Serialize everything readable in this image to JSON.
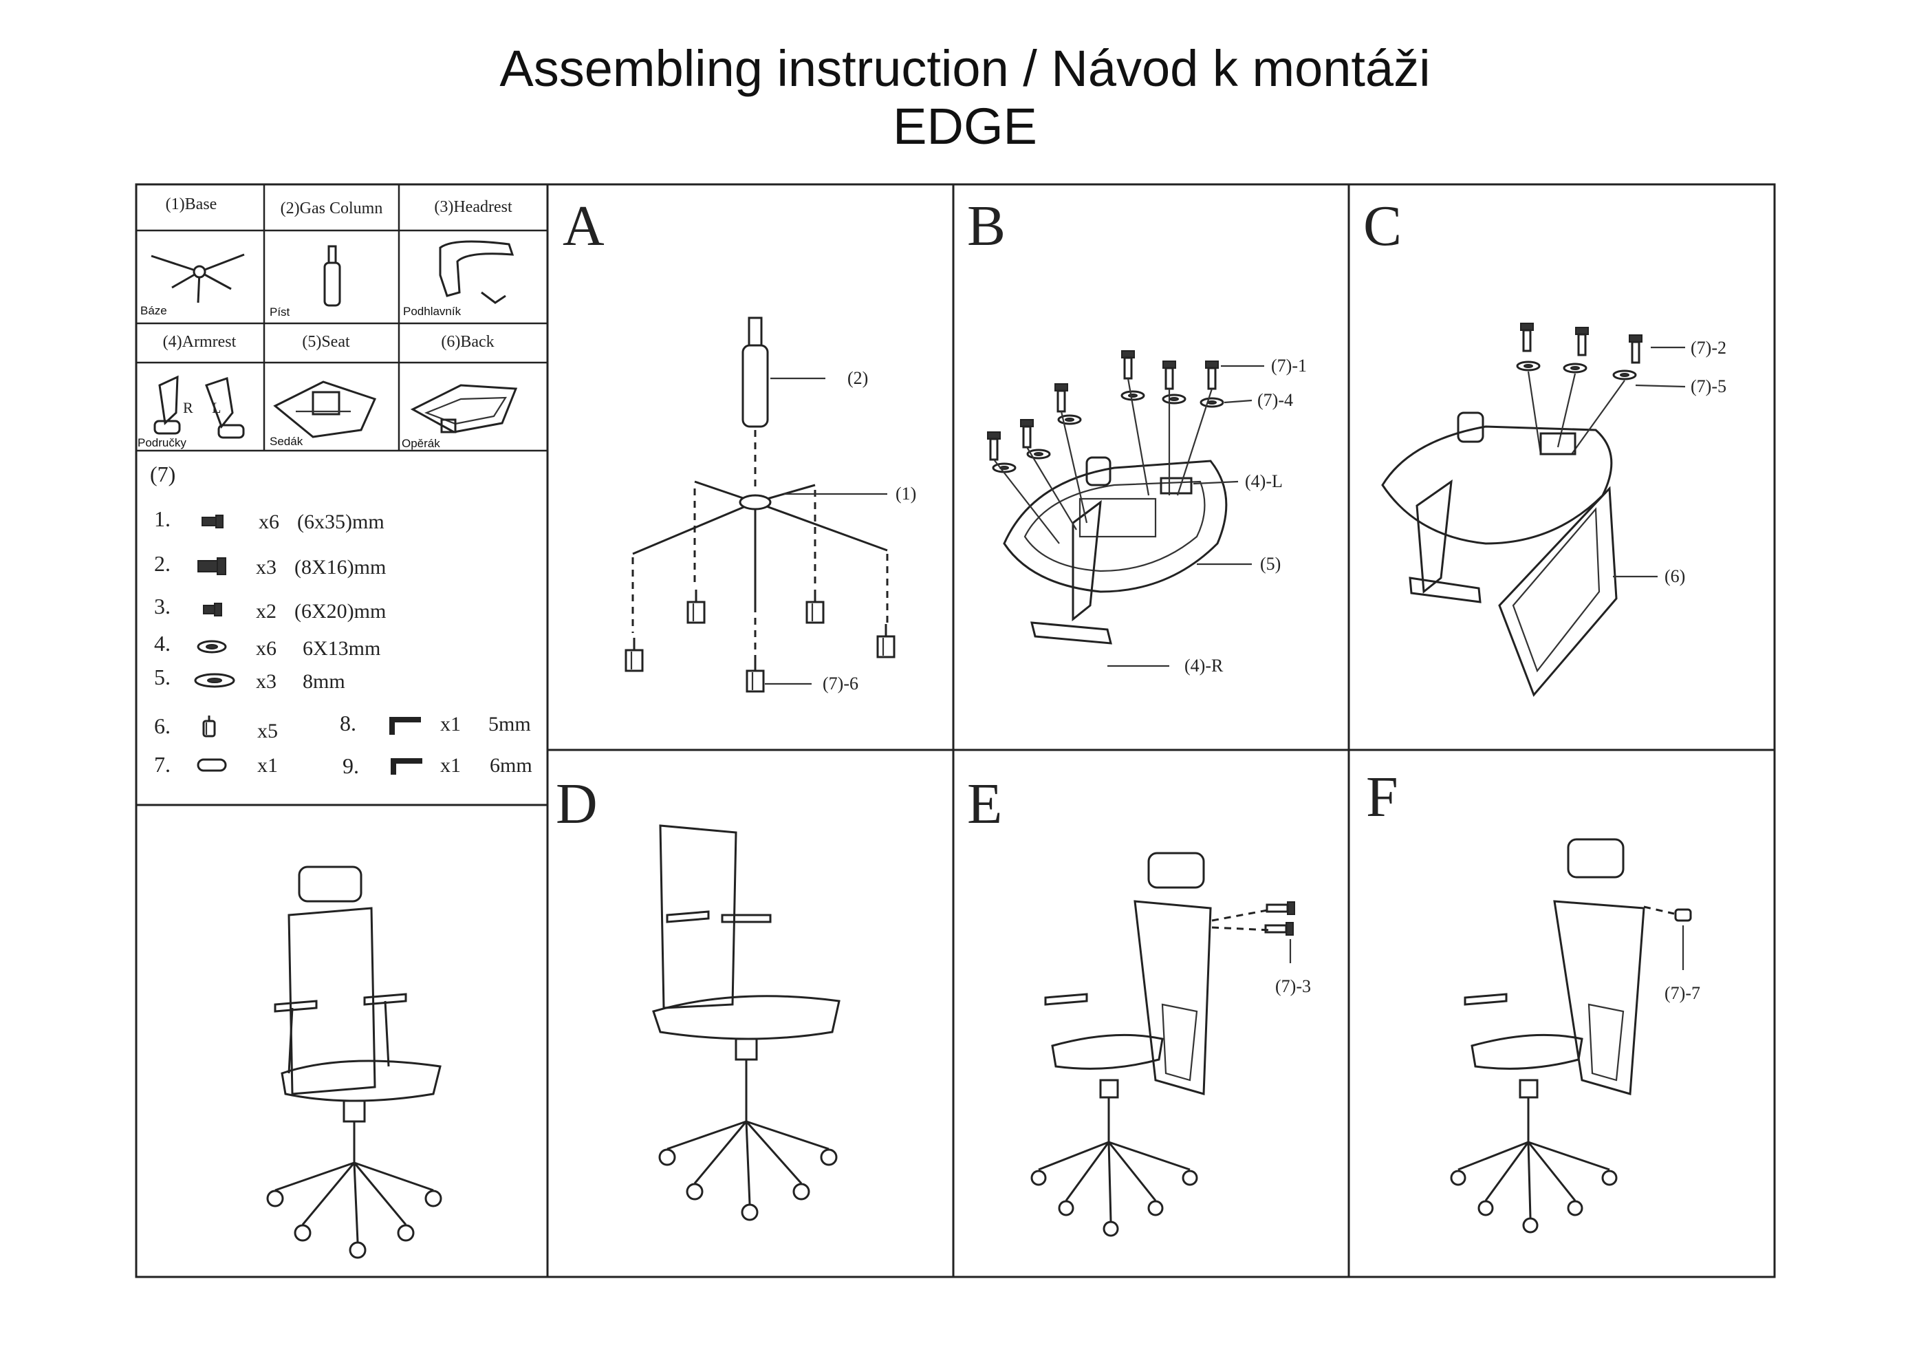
{
  "header": {
    "title_line1": "Assembling instruction / Návod k montáži",
    "title_line2": "EDGE"
  },
  "parts": [
    {
      "name": "(1)Base",
      "caption": "Báze",
      "icon": "base-icon"
    },
    {
      "name": "(2)Gas Column",
      "caption": "Píst",
      "icon": "gas-column-icon"
    },
    {
      "name": "(3)Headrest",
      "caption": "Podhlavník",
      "icon": "headrest-icon"
    },
    {
      "name": "(4)Armrest",
      "caption": "Područky",
      "icon": "armrest-icon",
      "marks": [
        "R",
        "L"
      ]
    },
    {
      "name": "(5)Seat",
      "caption": "Sedák",
      "icon": "seat-icon"
    },
    {
      "name": "(6)Back",
      "caption": "Opěrák",
      "icon": "back-icon"
    }
  ],
  "hardware": {
    "heading": "(7)",
    "items": [
      {
        "num": "1.",
        "qty": "x6",
        "size": "(6x35)mm",
        "icon": "bolt-long-icon"
      },
      {
        "num": "2.",
        "qty": "x3",
        "size": "(8X16)mm",
        "icon": "bolt-wide-icon"
      },
      {
        "num": "3.",
        "qty": "x2",
        "size": "(6X20)mm",
        "icon": "bolt-short-icon"
      },
      {
        "num": "4.",
        "qty": "x6",
        "size": "6X13mm",
        "icon": "washer-small-icon"
      },
      {
        "num": "5.",
        "qty": "x3",
        "size": "8mm",
        "icon": "washer-large-icon"
      },
      {
        "num": "6.",
        "qty": "x5",
        "size": "",
        "icon": "caster-icon"
      },
      {
        "num": "7.",
        "qty": "x1",
        "size": "",
        "icon": "cap-icon"
      },
      {
        "num": "8.",
        "qty": "x1",
        "size": "5mm",
        "icon": "allen-key-icon"
      },
      {
        "num": "9.",
        "qty": "x1",
        "size": "6mm",
        "icon": "allen-key-icon"
      }
    ]
  },
  "steps": {
    "A": {
      "letter": "A",
      "callouts": [
        "(2)",
        "(1)",
        "(7)-6"
      ]
    },
    "B": {
      "letter": "B",
      "callouts": [
        "(7)-1",
        "(7)-4",
        "(4)-L",
        "(5)",
        "(4)-R"
      ]
    },
    "C": {
      "letter": "C",
      "callouts": [
        "(7)-2",
        "(7)-5",
        "(6)"
      ]
    },
    "D": {
      "letter": "D",
      "callouts": []
    },
    "E": {
      "letter": "E",
      "callouts": [
        "(7)-3"
      ]
    },
    "F": {
      "letter": "F",
      "callouts": [
        "(7)-7"
      ]
    }
  }
}
